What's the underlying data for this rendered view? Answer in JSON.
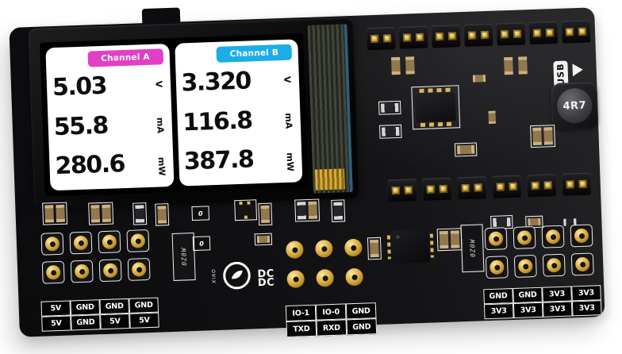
{
  "device": {
    "display": {
      "channel_a": {
        "label": "Channel A",
        "accent": "#e13fc6",
        "readings": [
          {
            "value": "5.03",
            "unit": "V"
          },
          {
            "value": "55.8",
            "unit": "mA"
          },
          {
            "value": "280.6",
            "unit": "mW"
          }
        ]
      },
      "channel_b": {
        "label": "Channel B",
        "accent": "#1badе8",
        "accent_hex": "#1bade8",
        "readings": [
          {
            "value": "3.320",
            "unit": "V"
          },
          {
            "value": "116.8",
            "unit": "mA"
          },
          {
            "value": "387.8",
            "unit": "mW"
          }
        ]
      }
    },
    "silkscreen": {
      "usb": "USB",
      "inductor": "4R7",
      "dcdc": [
        "DC",
        "DC"
      ],
      "xiao": "XIAO",
      "ic_marking_left": "0Z0W",
      "ic_marking_right": "0Z0W",
      "zero_ohm": "0"
    },
    "pin_labels": {
      "left": [
        [
          "5V",
          "GND",
          "GND",
          "GND"
        ],
        [
          "5V",
          "GND",
          "5V",
          "5V"
        ]
      ],
      "middle": [
        [
          "IO-1",
          "IO-0",
          "GND"
        ],
        [
          "TXD",
          "RXD",
          "GND"
        ]
      ],
      "right": [
        [
          "GND",
          "GND",
          "3V3",
          "3V3"
        ],
        [
          "3V3",
          "3V3",
          "3V3",
          "3V3"
        ]
      ]
    }
  }
}
